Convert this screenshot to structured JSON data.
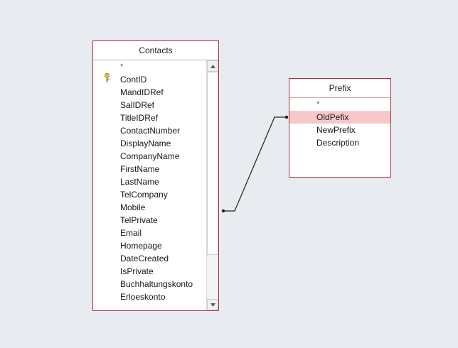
{
  "app": {
    "view_name": "relationships-diagram",
    "background_color": "#e8ebef",
    "border_color": "#a33040",
    "highlight_color": "#f8c8c8",
    "text_color": "#17171a"
  },
  "tables": [
    {
      "title": "Contacts",
      "scrollable": true,
      "fields": [
        {
          "name": "*",
          "is_star": true,
          "is_key": false,
          "selected": false
        },
        {
          "name": "ContID",
          "is_star": false,
          "is_key": true,
          "selected": false
        },
        {
          "name": "MandIDRef",
          "is_star": false,
          "is_key": false,
          "selected": false
        },
        {
          "name": "SalIDRef",
          "is_star": false,
          "is_key": false,
          "selected": false
        },
        {
          "name": "TitleIDRef",
          "is_star": false,
          "is_key": false,
          "selected": false
        },
        {
          "name": "ContactNumber",
          "is_star": false,
          "is_key": false,
          "selected": false
        },
        {
          "name": "DisplayName",
          "is_star": false,
          "is_key": false,
          "selected": false
        },
        {
          "name": "CompanyName",
          "is_star": false,
          "is_key": false,
          "selected": false
        },
        {
          "name": "FirstName",
          "is_star": false,
          "is_key": false,
          "selected": false
        },
        {
          "name": "LastName",
          "is_star": false,
          "is_key": false,
          "selected": false
        },
        {
          "name": "TelCompany",
          "is_star": false,
          "is_key": false,
          "selected": false
        },
        {
          "name": "Mobile",
          "is_star": false,
          "is_key": false,
          "selected": false
        },
        {
          "name": "TelPrivate",
          "is_star": false,
          "is_key": false,
          "selected": false
        },
        {
          "name": "Email",
          "is_star": false,
          "is_key": false,
          "selected": false
        },
        {
          "name": "Homepage",
          "is_star": false,
          "is_key": false,
          "selected": false
        },
        {
          "name": "DateCreated",
          "is_star": false,
          "is_key": false,
          "selected": false
        },
        {
          "name": "IsPrivate",
          "is_star": false,
          "is_key": false,
          "selected": false
        },
        {
          "name": "Buchhaltungskonto",
          "is_star": false,
          "is_key": false,
          "selected": false
        },
        {
          "name": "Erloeskonto",
          "is_star": false,
          "is_key": false,
          "selected": false
        }
      ]
    },
    {
      "title": "Prefix",
      "scrollable": false,
      "fields": [
        {
          "name": "*",
          "is_star": true,
          "is_key": false,
          "selected": false
        },
        {
          "name": "OldPefix",
          "is_star": false,
          "is_key": false,
          "selected": true
        },
        {
          "name": "NewPrefix",
          "is_star": false,
          "is_key": false,
          "selected": false
        },
        {
          "name": "Description",
          "is_star": false,
          "is_key": false,
          "selected": false
        }
      ]
    }
  ]
}
